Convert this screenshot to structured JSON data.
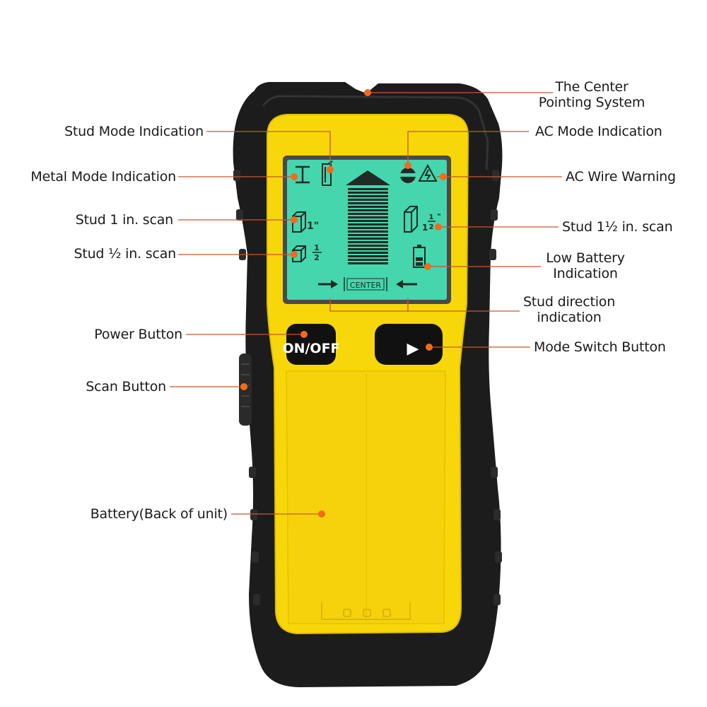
{
  "device": {
    "button_power_label": "ON/OFF",
    "button_mode_glyph": "▶",
    "lcd_center_label": "CENTER",
    "lcd_stud1_label": "1\"",
    "lcd_stud_half_num": "1",
    "lcd_stud_half_den": "2",
    "lcd_stud_1half_whole": "1",
    "lcd_stud_1half_num": "1",
    "lcd_stud_1half_den": "2",
    "lcd_stud_1half_mark": "\"",
    "colors": {
      "body": "#1c1c1c",
      "housing": "#f7d70a",
      "lcd": "#45d6ad",
      "callout": "#c8572a",
      "dot": "#f26a1b"
    }
  },
  "labels": {
    "center_pointing_line1": "The Center",
    "center_pointing_line2": "Pointing System",
    "stud_mode": "Stud Mode Indication",
    "ac_mode": "AC Mode Indication",
    "metal_mode": "Metal Mode Indication",
    "ac_wire_warning": "AC Wire Warning",
    "stud_1in": "Stud 1 in. scan",
    "stud_1_5in": "Stud 1½ in. scan",
    "stud_half_in": "Stud ½ in. scan",
    "low_battery_line1": "Low Battery",
    "low_battery_line2": "Indication",
    "stud_direction_line1": "Stud direction",
    "stud_direction_line2": "indication",
    "power_button": "Power Button",
    "mode_switch_button": "Mode Switch Button",
    "scan_button": "Scan Button",
    "battery": "Battery(Back of unit)"
  }
}
